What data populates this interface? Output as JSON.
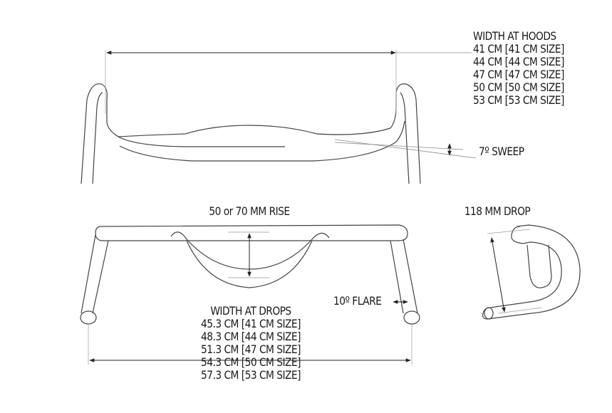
{
  "hoods": {
    "title": "WIDTH AT HOODS",
    "sizes": [
      "41 CM [41 CM SIZE]",
      "44 CM [44 CM SIZE]",
      "47 CM [47 CM SIZE]",
      "50 CM [50 CM SIZE]",
      "53 CM [53 CM SIZE]"
    ]
  },
  "sweep": {
    "label": "7º SWEEP"
  },
  "rise": {
    "label": "50 or 70 MM RISE"
  },
  "drop": {
    "label": "118 MM DROP"
  },
  "flare": {
    "label": "10º FLARE"
  },
  "drops": {
    "title": "WIDTH AT DROPS",
    "sizes": [
      "45.3 CM [41 CM SIZE]",
      "48.3 CM [44 CM SIZE]",
      "51.3 CM [47 CM SIZE]",
      "54.3 CM [50 CM SIZE]",
      "57.3 CM [53 CM SIZE]"
    ]
  }
}
